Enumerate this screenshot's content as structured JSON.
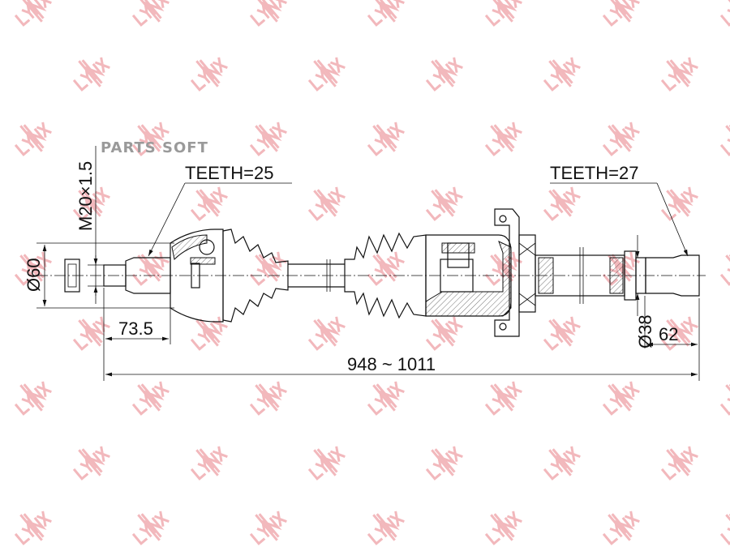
{
  "watermark": {
    "text": "LYNX",
    "color": "#f2b8bc"
  },
  "overlay_brand": "PARTS SOFT",
  "labels": {
    "teeth_left": "TEETH=25",
    "teeth_right": "TEETH=27",
    "thread": "M20×1.5",
    "diameter_outer": "Ø60",
    "diameter_right": "Ø38",
    "length_left": "73.5",
    "length_right": "62",
    "length_total": "948 ~ 1011"
  }
}
